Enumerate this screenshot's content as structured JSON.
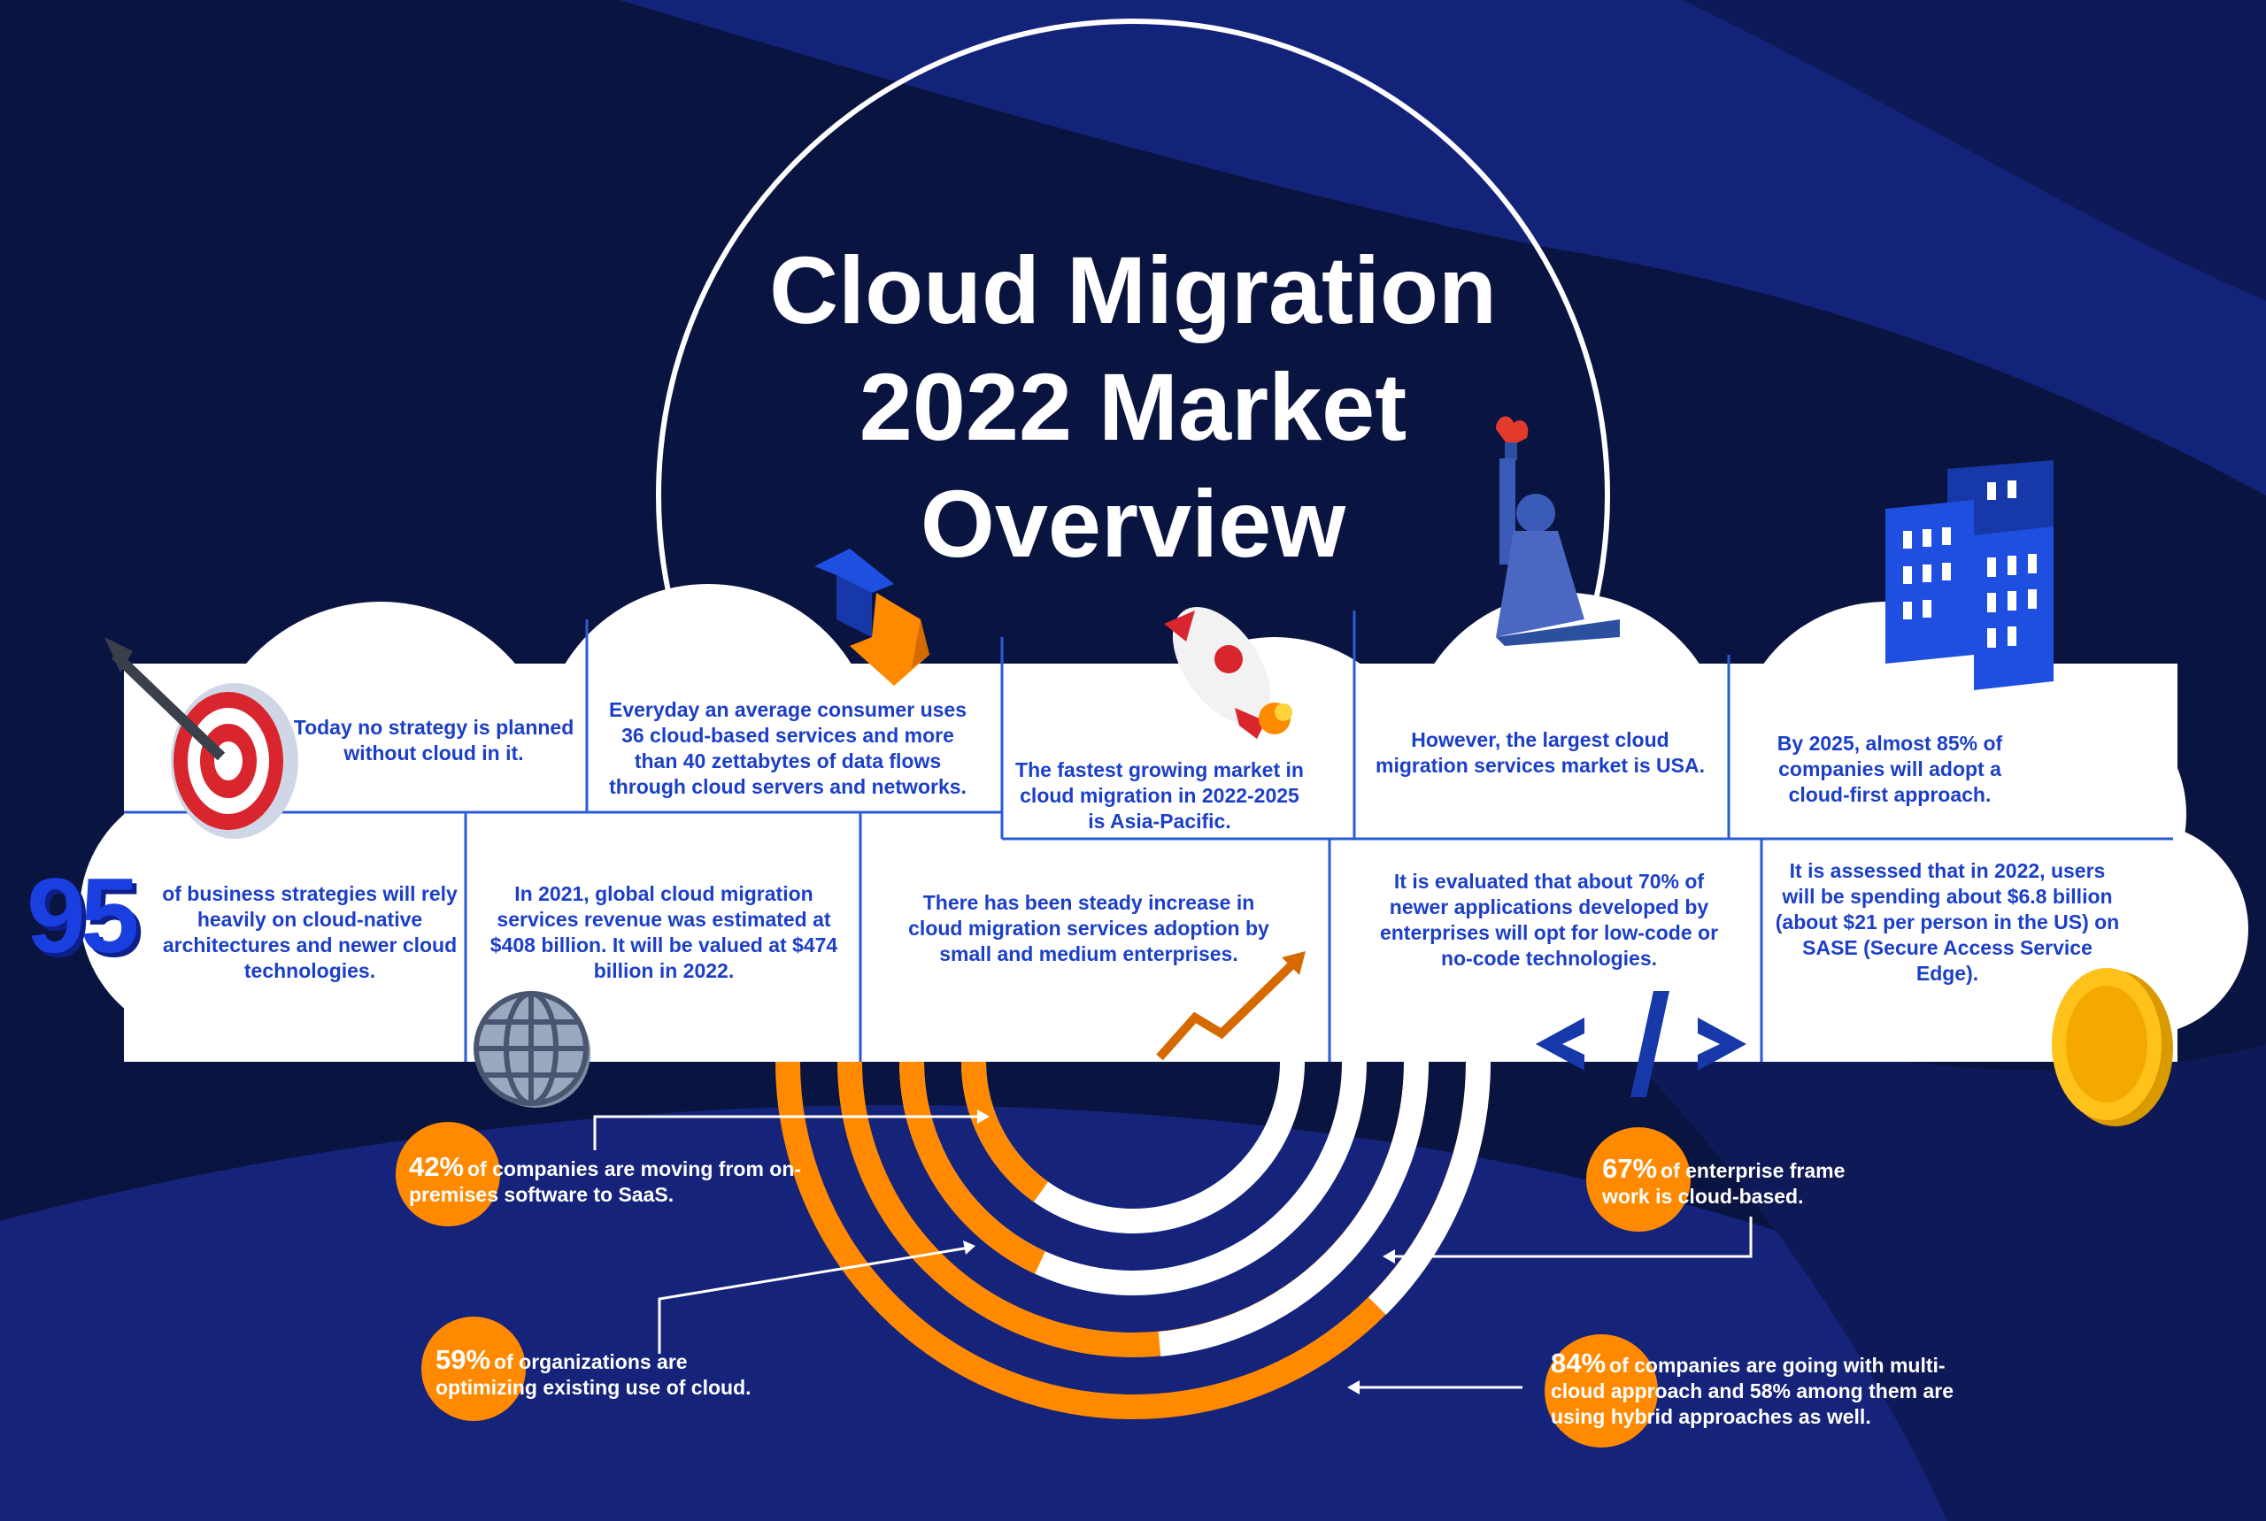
{
  "title": {
    "line1": "Cloud Migration",
    "line2": "2022 Market",
    "line3": "Overview"
  },
  "facts": {
    "no_strategy": "Today no strategy is planned without cloud in it.",
    "consumer": "Everyday an average consumer uses 36 cloud-based services and more than 40 zettabytes of data flows through cloud servers and networks.",
    "asia": "The fastest growing market in cloud migration in 2022-2025 is Asia-Pacific.",
    "usa": "However, the largest cloud migration services market is USA.",
    "cloud_first": "By 2025, almost 85% of companies will adopt a cloud-first approach.",
    "big_number": "95",
    "business": "of business strategies will rely heavily on cloud-native architectures and newer cloud technologies.",
    "revenue": "In 2021, global cloud migration services revenue was estimated at $408 billion. It will be valued at $474 billion in 2022.",
    "smb": "There has been steady increase in cloud migration services adoption by small and medium enterprises.",
    "lowcode": "It is evaluated that about 70% of newer applications developed by enterprises will opt for low-code or no-code technologies.",
    "sase": "It is assessed that in 2022, users will be spending about $6.8 billion (about $21 per person in the US) on SASE (Secure Access Service Edge)."
  },
  "stats": {
    "saas": {
      "pct": "42%",
      "text": "of companies are moving from on-premises software to SaaS.",
      "value": 42
    },
    "optimizing": {
      "pct": "59%",
      "text": "of organizations are optimizing existing use of cloud.",
      "value": 59
    },
    "enterprise": {
      "pct": "67%",
      "text": "of enterprise frame work is cloud-based.",
      "value": 67
    },
    "multicloud": {
      "pct": "84%",
      "text": "of companies are going with multi-cloud approach and 58% among them are using hybrid approaches as well.",
      "value": 84
    }
  },
  "icons": [
    "target-arrow-icon",
    "cube-arrows-icon",
    "rocket-icon",
    "statue-of-liberty-icon",
    "buildings-icon",
    "globe-icon",
    "trend-arrow-icon",
    "code-icon",
    "dollar-coin-icon"
  ],
  "colors": {
    "background": "#0a1440",
    "text_blue": "#1c3fc8",
    "orange": "#ff8a00",
    "white": "#ffffff"
  }
}
